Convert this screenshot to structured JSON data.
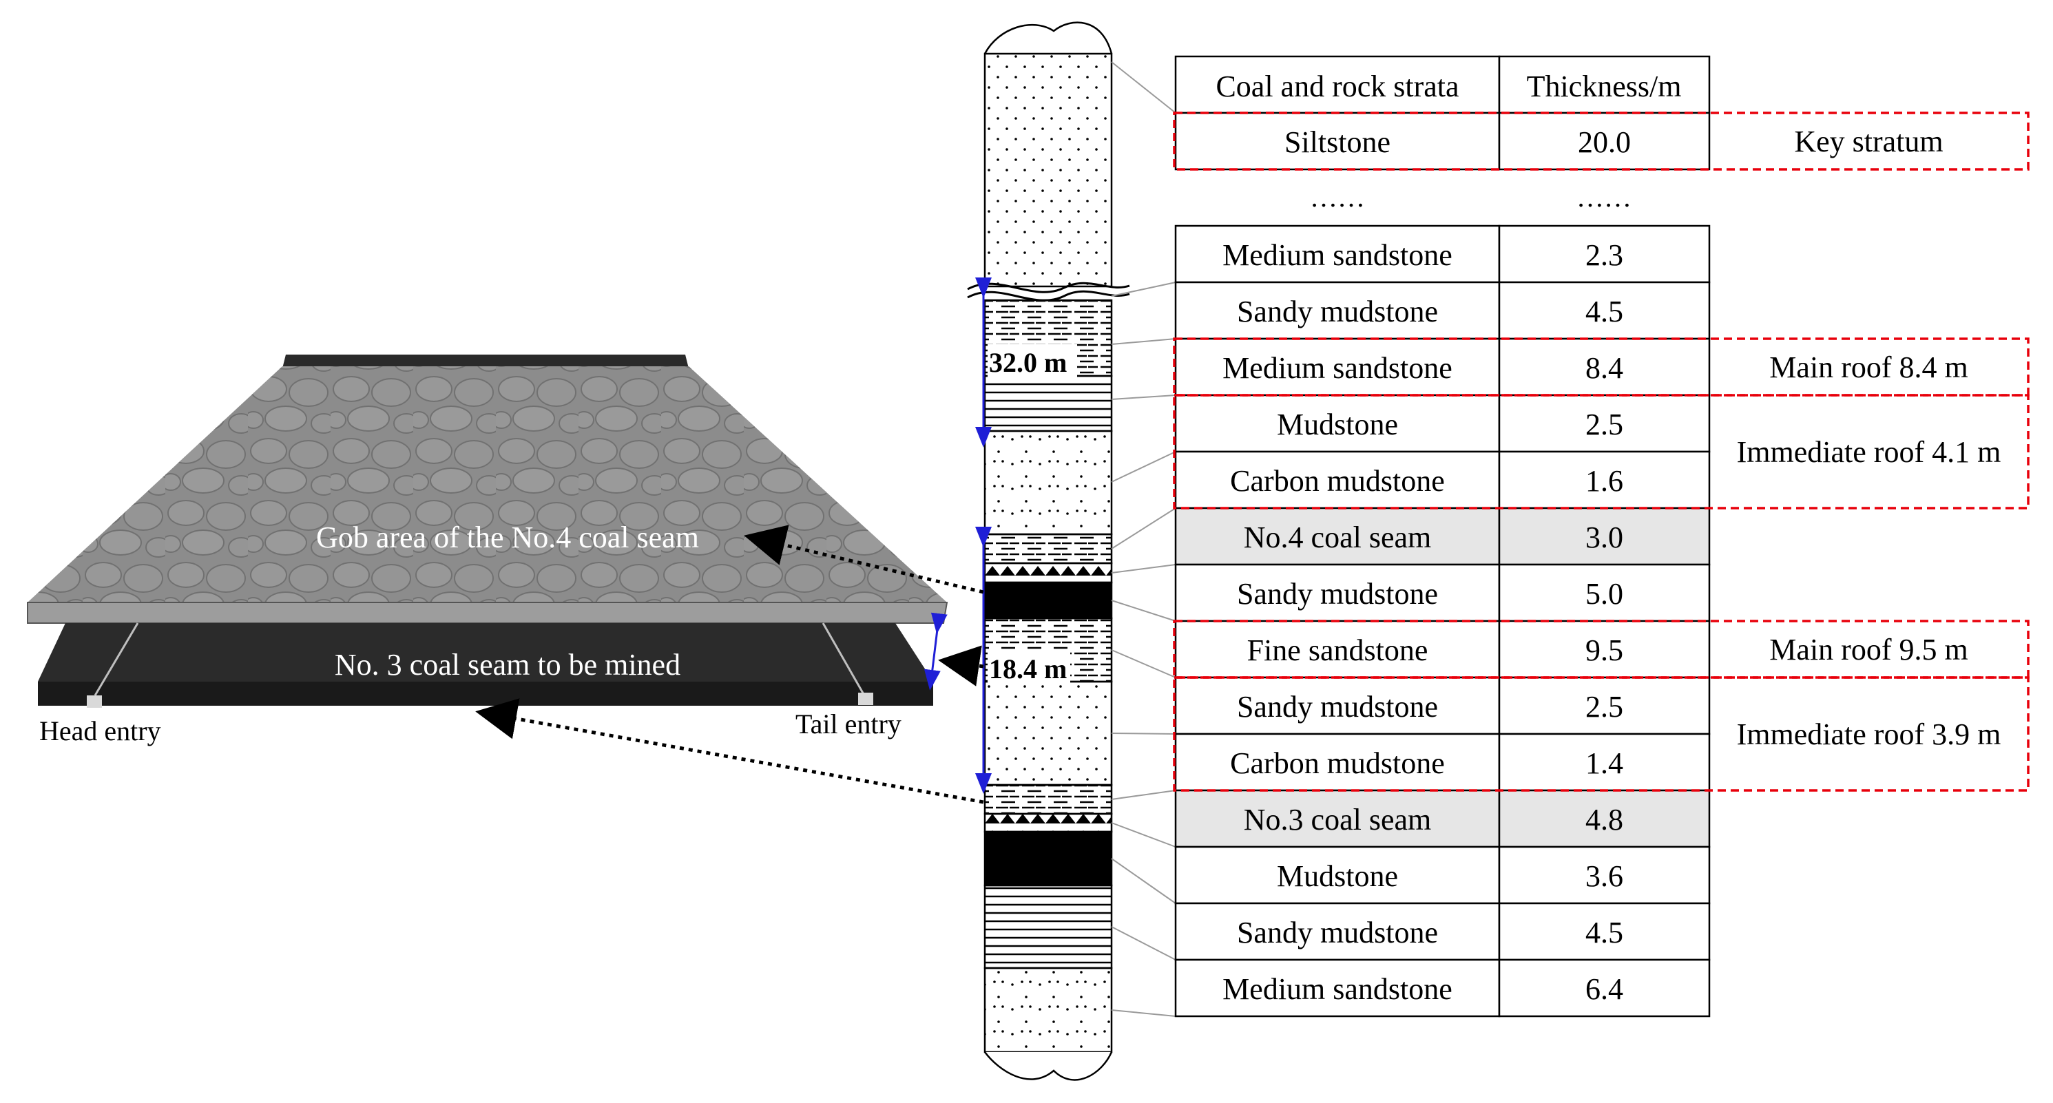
{
  "diagram": {
    "gob_label": "Gob area of the No.4 coal seam",
    "seam_label": "No. 3 coal seam to be mined",
    "head_entry": "Head entry",
    "tail_entry": "Tail entry",
    "interval_upper": "32.0 m",
    "interval_lower": "18.4 m"
  },
  "table": {
    "headers": {
      "stratum": "Coal and rock strata",
      "thickness": "Thickness/m"
    },
    "ellipsis": "……",
    "rows": [
      {
        "name": "Siltstone",
        "thickness": "20.0",
        "highlight": false
      },
      {
        "name": "Medium sandstone",
        "thickness": "2.3",
        "highlight": false
      },
      {
        "name": "Sandy mudstone",
        "thickness": "4.5",
        "highlight": false
      },
      {
        "name": "Medium sandstone",
        "thickness": "8.4",
        "highlight": false
      },
      {
        "name": "Mudstone",
        "thickness": "2.5",
        "highlight": false
      },
      {
        "name": "Carbon mudstone",
        "thickness": "1.6",
        "highlight": false
      },
      {
        "name": "No.4 coal seam",
        "thickness": "3.0",
        "highlight": true
      },
      {
        "name": "Sandy mudstone",
        "thickness": "5.0",
        "highlight": false
      },
      {
        "name": "Fine sandstone",
        "thickness": "9.5",
        "highlight": false
      },
      {
        "name": "Sandy mudstone",
        "thickness": "2.5",
        "highlight": false
      },
      {
        "name": "Carbon mudstone",
        "thickness": "1.4",
        "highlight": false
      },
      {
        "name": "No.3 coal seam",
        "thickness": "4.8",
        "highlight": true
      },
      {
        "name": "Mudstone",
        "thickness": "3.6",
        "highlight": false
      },
      {
        "name": "Sandy mudstone",
        "thickness": "4.5",
        "highlight": false
      },
      {
        "name": "Medium sandstone",
        "thickness": "6.4",
        "highlight": false
      }
    ]
  },
  "annotations": [
    {
      "label": "Key stratum",
      "rows": [
        0,
        0
      ]
    },
    {
      "label": "Main roof 8.4 m",
      "rows": [
        3,
        3
      ]
    },
    {
      "label": "Immediate roof 4.1 m",
      "rows": [
        4,
        5
      ]
    },
    {
      "label": "Main roof 9.5 m",
      "rows": [
        8,
        8
      ]
    },
    {
      "label": "Immediate roof 3.9 m",
      "rows": [
        9,
        10
      ]
    }
  ],
  "colors": {
    "annotation_border": "#e8000b",
    "measure_line": "#1f1fd6",
    "seam_fill": "#e6e6e6",
    "coal": "#000000",
    "gob_surface": "#8c8c8c",
    "gob_rim": "#2a2a2a",
    "lower_seam": "#2b2b2b"
  }
}
